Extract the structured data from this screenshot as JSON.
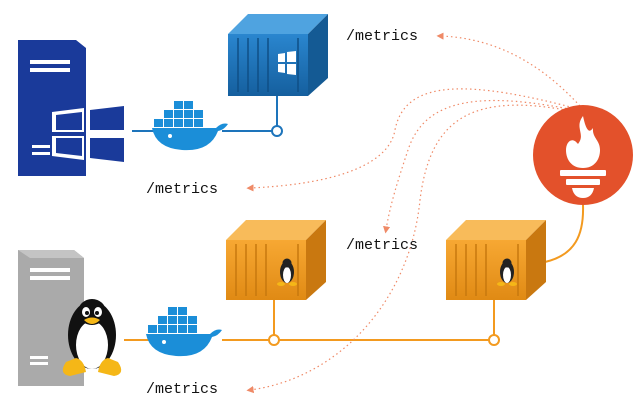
{
  "labels": {
    "windows_container_metrics": "/metrics",
    "windows_host_metrics": "/metrics",
    "linux_container_metrics": "/metrics",
    "linux_host_metrics": "/metrics"
  },
  "colors": {
    "windows_blue": "#1a3a9a",
    "docker_blue": "#1b8ed8",
    "container_blue": "#1d74bb",
    "container_orange": "#f39a1f",
    "line_blue": "#1d74bb",
    "line_orange": "#f39a1f",
    "scrape_dotted": "#ef8a67",
    "prometheus_red": "#e3512b",
    "linux_server_grey": "#aaaaaa"
  },
  "icons": {
    "windows_server": "windows-server-icon",
    "linux_server": "linux-server-icon",
    "docker": "docker-whale-icon",
    "windows_container": "windows-container-icon",
    "linux_container": "linux-container-icon",
    "prometheus": "prometheus-icon"
  }
}
